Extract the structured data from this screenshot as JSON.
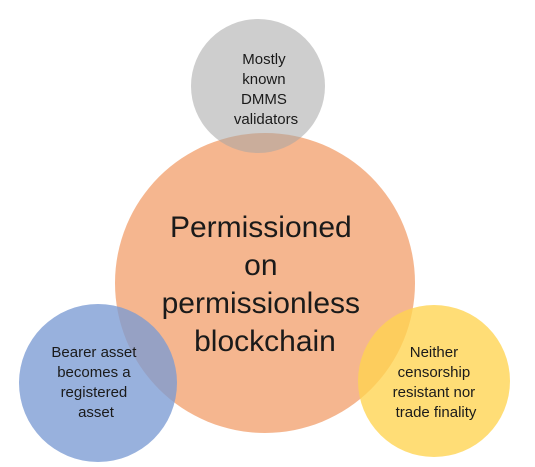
{
  "diagram": {
    "center": {
      "lines": [
        "Permissioned",
        "on",
        "permissionless",
        "blockchain"
      ],
      "color": "#f2a16f"
    },
    "top": {
      "lines": [
        "Mostly",
        "known",
        "DMMS",
        "validators"
      ],
      "color": "#bfbfbf"
    },
    "bottom_left": {
      "lines": [
        "Bearer asset",
        "becomes a",
        "registered",
        "asset"
      ],
      "color": "#7f9fd6"
    },
    "bottom_right": {
      "lines": [
        "Neither",
        "censorship",
        "resistant nor",
        "trade finality"
      ],
      "color": "#ffd65e"
    }
  }
}
